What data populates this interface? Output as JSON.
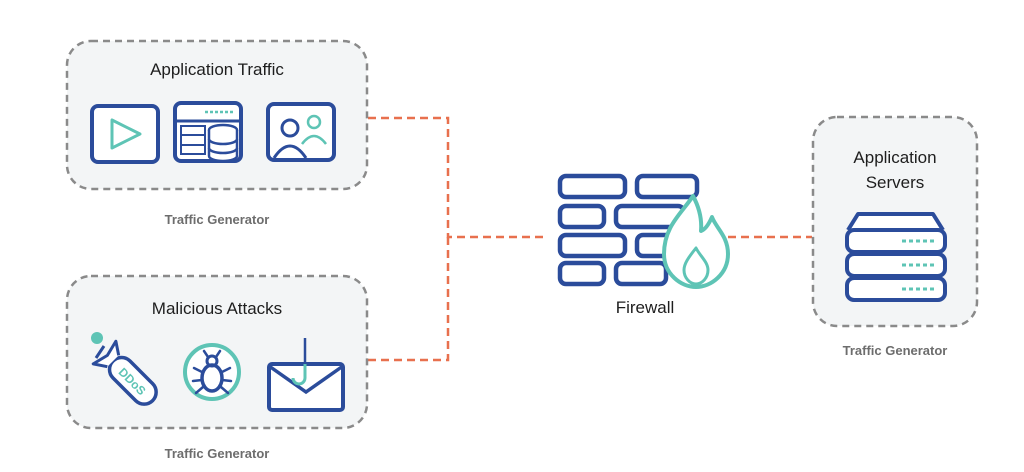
{
  "diagram": {
    "app_traffic": {
      "title": "Application Traffic",
      "caption": "Traffic Generator"
    },
    "malicious": {
      "title": "Malicious Attacks",
      "caption": "Traffic Generator",
      "missile_label": "DDoS"
    },
    "firewall": {
      "label": "Firewall"
    },
    "servers": {
      "title_line1": "Application",
      "title_line2": "Servers",
      "caption": "Traffic Generator"
    }
  },
  "colors": {
    "dark_blue": "#2b4c9b",
    "teal": "#5ec4b5",
    "connector": "#e8704e",
    "box_border": "#8a8a8a",
    "box_fill": "#f3f5f6"
  },
  "icons": {
    "app_traffic": [
      "play-video-icon",
      "server-database-icon",
      "users-group-icon"
    ],
    "malicious": [
      "ddos-missile-icon",
      "bug-virus-icon",
      "phishing-mail-icon"
    ],
    "firewall": "brick-wall-flame-icon",
    "servers": "server-stack-icon"
  }
}
